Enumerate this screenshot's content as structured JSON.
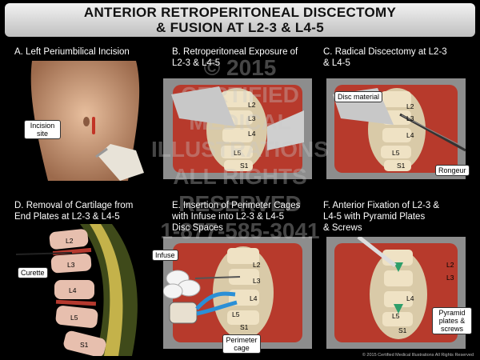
{
  "title": {
    "line1": "ANTERIOR RETROPERITONEAL DISCECTOMY",
    "line2": "& FUSION AT L2-3 & L4-5"
  },
  "panels": {
    "a": {
      "caption": "A. Left Periumbilical Incision",
      "labels": {
        "incision": "Incision site"
      }
    },
    "b": {
      "caption_line1": "B. Retroperitoneal Exposure of",
      "caption_line2": "L2-3 & L4-5",
      "vertebrae": {
        "l2": "L2",
        "l3": "L3",
        "l4": "L4",
        "l5": "L5",
        "s1": "S1"
      }
    },
    "c": {
      "caption_line1": "C. Radical Discectomy at L2-3",
      "caption_line2": "& L4-5",
      "labels": {
        "disc": "Disc material",
        "rongeur": "Rongeur"
      },
      "vertebrae": {
        "l2": "L2",
        "l3": "L3",
        "l4": "L4",
        "l5": "L5",
        "s1": "S1"
      }
    },
    "d": {
      "caption_line1": "D. Removal of Cartilage from",
      "caption_line2": "End Plates at L2-3 & L4-5",
      "labels": {
        "curette": "Curette"
      },
      "vertebrae": {
        "l2": "L2",
        "l3": "L3",
        "l4": "L4",
        "l5": "L5",
        "s1": "S1"
      }
    },
    "e": {
      "caption_line1": "E. Insertion of Perimeter Cages",
      "caption_line2": "with Infuse into L2-3 & L4-5",
      "caption_line3": "Disc Spaces",
      "labels": {
        "infuse": "Infuse",
        "cage": "Perimeter cage"
      },
      "vertebrae": {
        "l2": "L2",
        "l3": "L3",
        "l4": "L4",
        "l5": "L5",
        "s1": "S1"
      }
    },
    "f": {
      "caption_line1": "F. Anterior Fixation of L2-3 &",
      "caption_line2": "L4-5 with Pyramid Plates",
      "caption_line3": "& Screws",
      "labels": {
        "pyramid": "Pyramid plates & screws"
      },
      "vertebrae": {
        "l2": "L2",
        "l3": "L3",
        "l4": "L4",
        "l5": "L5",
        "s1": "S1"
      }
    }
  },
  "watermark": {
    "line1": "© 2015",
    "line2": "CERTIFIED",
    "line3": "MEDICAL",
    "line4": "ILLUSTRATIONS",
    "line5": "ALL RIGHTS",
    "line6": "RESERVED",
    "line7": "1-877-585-3041"
  },
  "copyright": "© 2015 Certified Medical Illustrations All Rights Reserved",
  "colors": {
    "background": "#000000",
    "tissue": "#c4322a",
    "bone": "#e9d7b4",
    "skin": "#d7a785"
  }
}
